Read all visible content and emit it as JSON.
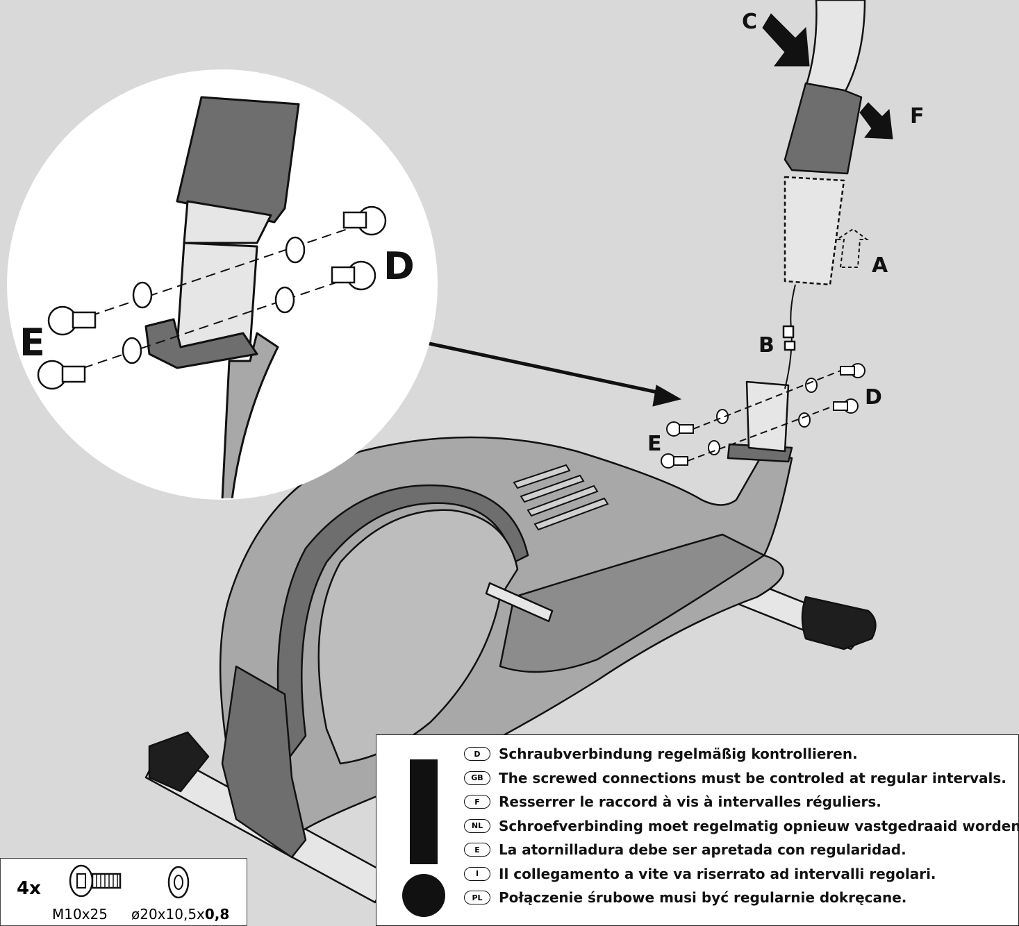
{
  "callouts": {
    "a": "A",
    "b": "B",
    "c": "C",
    "d": "D",
    "e": "E",
    "f": "F",
    "zoom_d": "D",
    "zoom_e": "E"
  },
  "notes": [
    {
      "lang": "D",
      "text": "Schraubverbindung regelmäßig kontrollieren."
    },
    {
      "lang": "GB",
      "text": "The screwed connections must be controled at regular intervals."
    },
    {
      "lang": "F",
      "text": "Resserrer le raccord à vis à intervalles réguliers."
    },
    {
      "lang": "NL",
      "text": "Schroefverbinding moet regelmatig opnieuw vastgedraaid worden."
    },
    {
      "lang": "E",
      "text": "La atornilladura debe ser apretada con regularidad."
    },
    {
      "lang": "I",
      "text": "Il collegamento a vite va riserrato ad intervalli regolari."
    },
    {
      "lang": "PL",
      "text": "Połączenie śrubowe musi być regularnie dokręcane."
    }
  ],
  "parts": {
    "count": "4x",
    "bolt": "M10x25",
    "washer_prefix": "ø20x10,5x",
    "washer_thickness": "0,8"
  },
  "colors": {
    "background": "#d9d9d9",
    "frame_light": "#a8a8a8",
    "frame_dark": "#6e6e6e",
    "tube": "#e6e6e6",
    "foot": "#1e1e1e"
  }
}
